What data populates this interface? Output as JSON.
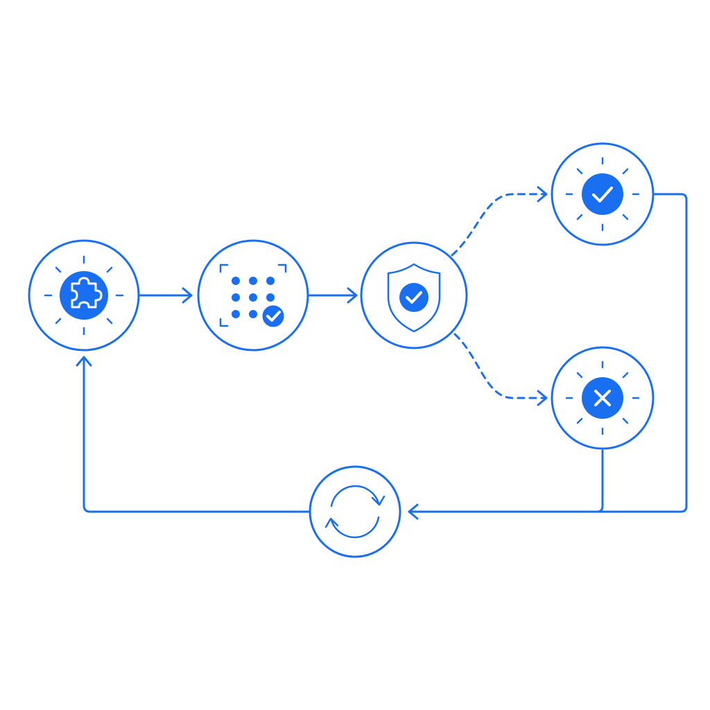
{
  "diagram": {
    "accent_color": "#1a6ff0",
    "background_color": "#ffffff",
    "nodes": [
      {
        "id": "start",
        "icon": "puzzle-piece-icon"
      },
      {
        "id": "scan",
        "icon": "dot-grid-check-icon"
      },
      {
        "id": "verify",
        "icon": "shield-check-icon"
      },
      {
        "id": "success",
        "icon": "check-circle-icon"
      },
      {
        "id": "failure",
        "icon": "x-circle-icon"
      },
      {
        "id": "retry",
        "icon": "refresh-icon"
      }
    ],
    "edges": [
      {
        "from": "start",
        "to": "scan",
        "style": "solid"
      },
      {
        "from": "scan",
        "to": "verify",
        "style": "solid"
      },
      {
        "from": "verify",
        "to": "success",
        "style": "dashed"
      },
      {
        "from": "verify",
        "to": "failure",
        "style": "dashed"
      },
      {
        "from": "success",
        "to": "retry",
        "style": "solid"
      },
      {
        "from": "failure",
        "to": "retry",
        "style": "solid"
      },
      {
        "from": "retry",
        "to": "start",
        "style": "solid"
      }
    ]
  }
}
